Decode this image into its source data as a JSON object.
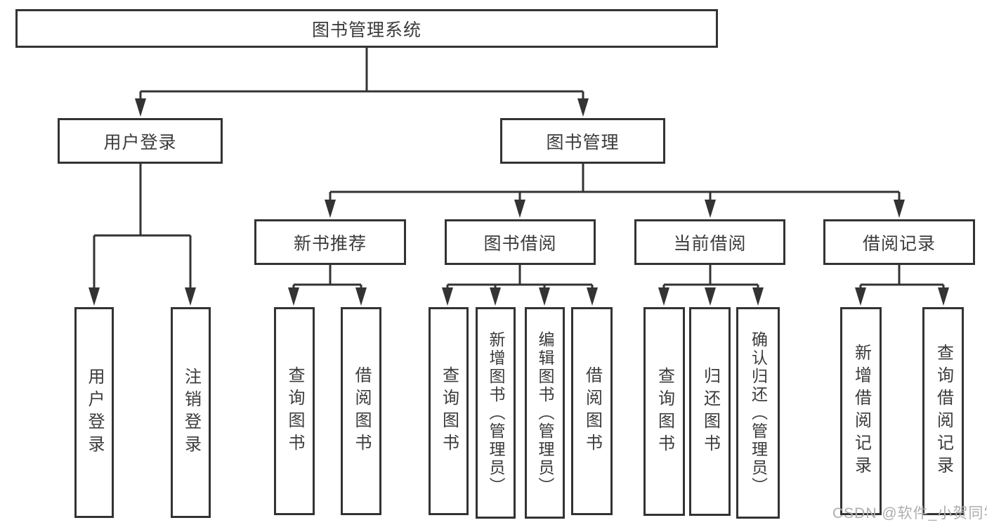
{
  "diagram_type": "hierarchy-tree",
  "colors": {
    "background": "#ffffff",
    "box_fill": "#ffffff",
    "box_border": "#333333",
    "line": "#333333",
    "text": "#3b3b3b",
    "watermark": "#aeaeae"
  },
  "tree": {
    "label": "图书管理系统",
    "children": [
      {
        "label": "用户登录",
        "children": [
          {
            "label": "用户登录"
          },
          {
            "label": "注销登录"
          }
        ]
      },
      {
        "label": "图书管理",
        "children": [
          {
            "label": "新书推荐",
            "children": [
              {
                "label": "查询图书"
              },
              {
                "label": "借阅图书"
              }
            ]
          },
          {
            "label": "图书借阅",
            "children": [
              {
                "label": "查询图书"
              },
              {
                "label": "新增图书（管理员）"
              },
              {
                "label": "编辑图书（管理员）"
              },
              {
                "label": "借阅图书"
              }
            ]
          },
          {
            "label": "当前借阅",
            "children": [
              {
                "label": "查询图书"
              },
              {
                "label": "归还图书"
              },
              {
                "label": "确认归还（管理员）"
              }
            ]
          },
          {
            "label": "借阅记录",
            "children": [
              {
                "label": "新增借阅记录"
              },
              {
                "label": "查询借阅记录"
              }
            ]
          }
        ]
      }
    ]
  },
  "watermark": {
    "text": "CSDN @软件_小贺同学"
  }
}
